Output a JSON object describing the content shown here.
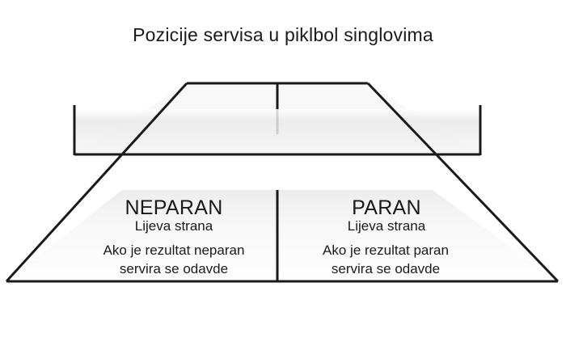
{
  "title": "Pozicije servisa u piklbol singlovima",
  "left": {
    "heading": "NEPARAN",
    "side": "Lijeva strana",
    "desc_line1": "Ako je rezultat neparan",
    "desc_line2": "servira se odavde"
  },
  "right": {
    "heading": "PARAN",
    "side": "Lijeva strana",
    "desc_line1": "Ako je rezultat paran",
    "desc_line2": "servira se odavde"
  },
  "colors": {
    "line": "#1a1a1a",
    "net_fill": "#f0f0f0",
    "court_fill": "#ffffff",
    "text": "#1a1a1a"
  }
}
